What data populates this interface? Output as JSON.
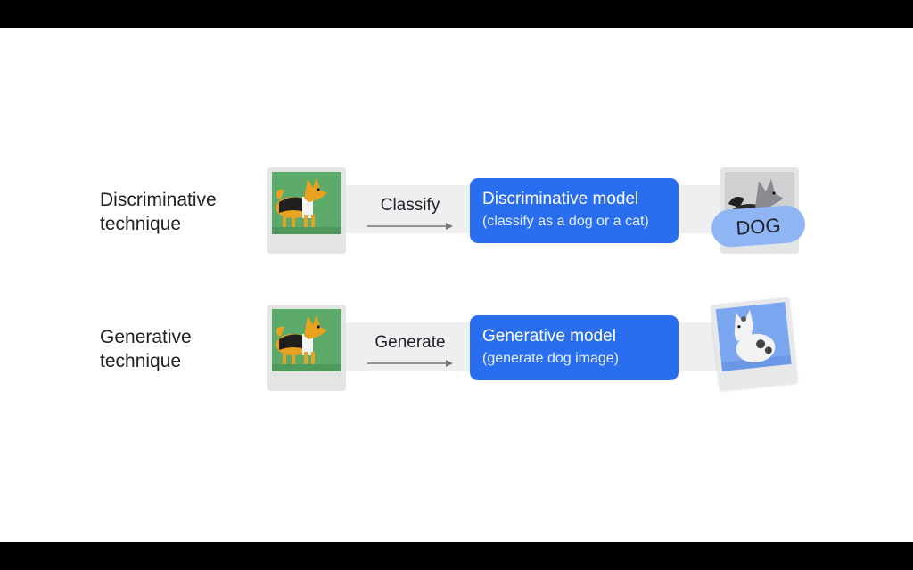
{
  "rows": [
    {
      "label_line1": "Discriminative",
      "label_line2": "technique",
      "action": "Classify",
      "model_title": "Discriminative model",
      "model_subtitle": "(classify as a dog or a cat)",
      "output_label": "DOG"
    },
    {
      "label_line1": "Generative",
      "label_line2": "technique",
      "action": "Generate",
      "model_title": "Generative model",
      "model_subtitle": "(generate dog image)"
    }
  ],
  "colors": {
    "model_blue": "#2a6ef0",
    "pill_blue": "#8fb5f5",
    "band_gray": "#eeeff1",
    "input_green": "#5cab6a"
  }
}
